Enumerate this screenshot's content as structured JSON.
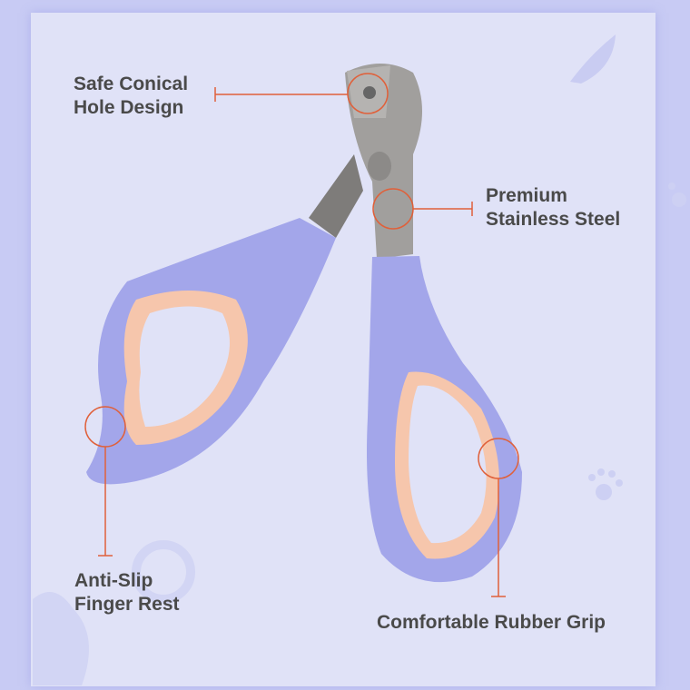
{
  "callouts": {
    "hole": "Safe Conical\nHole Design",
    "steel": "Premium\nStainless Steel",
    "rest": "Anti-Slip\nFinger Rest",
    "grip": "Comfortable Rubber Grip"
  },
  "colors": {
    "background": "#c8cbf4",
    "panel": "#e0e2f7",
    "handle": "#a3a6ea",
    "insert": "#f6c6ac",
    "steel": "#9a9896",
    "accent": "#e0603a",
    "text": "#4a4a4a"
  }
}
